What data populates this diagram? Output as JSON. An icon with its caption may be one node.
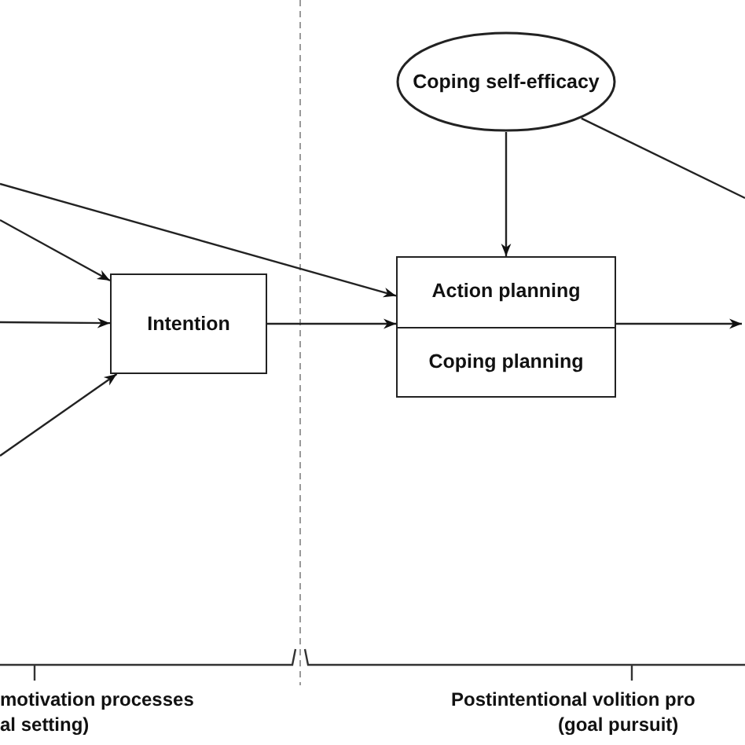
{
  "diagram": {
    "nodes": [
      {
        "text": [
          "Coping self-efficacy"
        ]
      },
      {
        "text": [
          "Intention"
        ]
      },
      {
        "text": [
          "Action planning",
          "Coping planning"
        ]
      }
    ],
    "edges": [
      {
        "from": null,
        "to": 1,
        "arrow": "to"
      },
      {
        "from": null,
        "to": 1,
        "arrow": "to"
      },
      {
        "from": null,
        "to": 1,
        "arrow": "to"
      },
      {
        "from": null,
        "to": 2,
        "arrow": "to"
      },
      {
        "from": 1,
        "to": 2,
        "arrow": "to"
      },
      {
        "from": 2,
        "to": null,
        "arrow": "to"
      },
      {
        "from": 0,
        "to": 2,
        "arrow": "to"
      },
      {
        "from": 0,
        "to": null,
        "arrow": "none"
      }
    ],
    "labels": [
      "motivation processes",
      "al setting)",
      "Postintentional volition pro",
      "(goal pursuit)"
    ]
  }
}
